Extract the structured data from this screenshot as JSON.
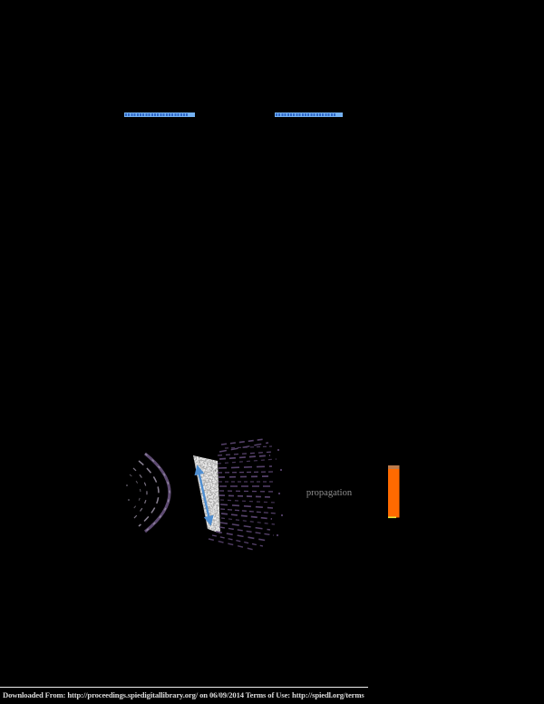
{
  "document": {
    "background_color": "#000000",
    "kind_note": "rendered paper page, only links, one figure and footer visible"
  },
  "header": {
    "email_links": [
      {
        "highlight_color": "#74b1f2",
        "glyph_color": "#2e66c6"
      },
      {
        "highlight_color": "#74b1f2",
        "glyph_color": "#2e66c6"
      }
    ]
  },
  "figure": {
    "propagation_label": "propagation",
    "colors": {
      "wavefront": "#5e4b72",
      "wavefront_highlight": "#a79fb3",
      "wavefront_inner": "#988fa2",
      "thickness_arrow": "#4f8fd2",
      "scatter_rays": "#55416a",
      "screen": "#ff6a00",
      "screen_top": "#bd7a4a",
      "screen_bottom_line": "#e6e93a"
    }
  },
  "footer": {
    "text": "Downloaded From: http://proceedings.spiedigitallibrary.org/ on 06/09/2014 Terms of Use: http://spiedl.org/terms",
    "color": "#dcdcdc"
  }
}
